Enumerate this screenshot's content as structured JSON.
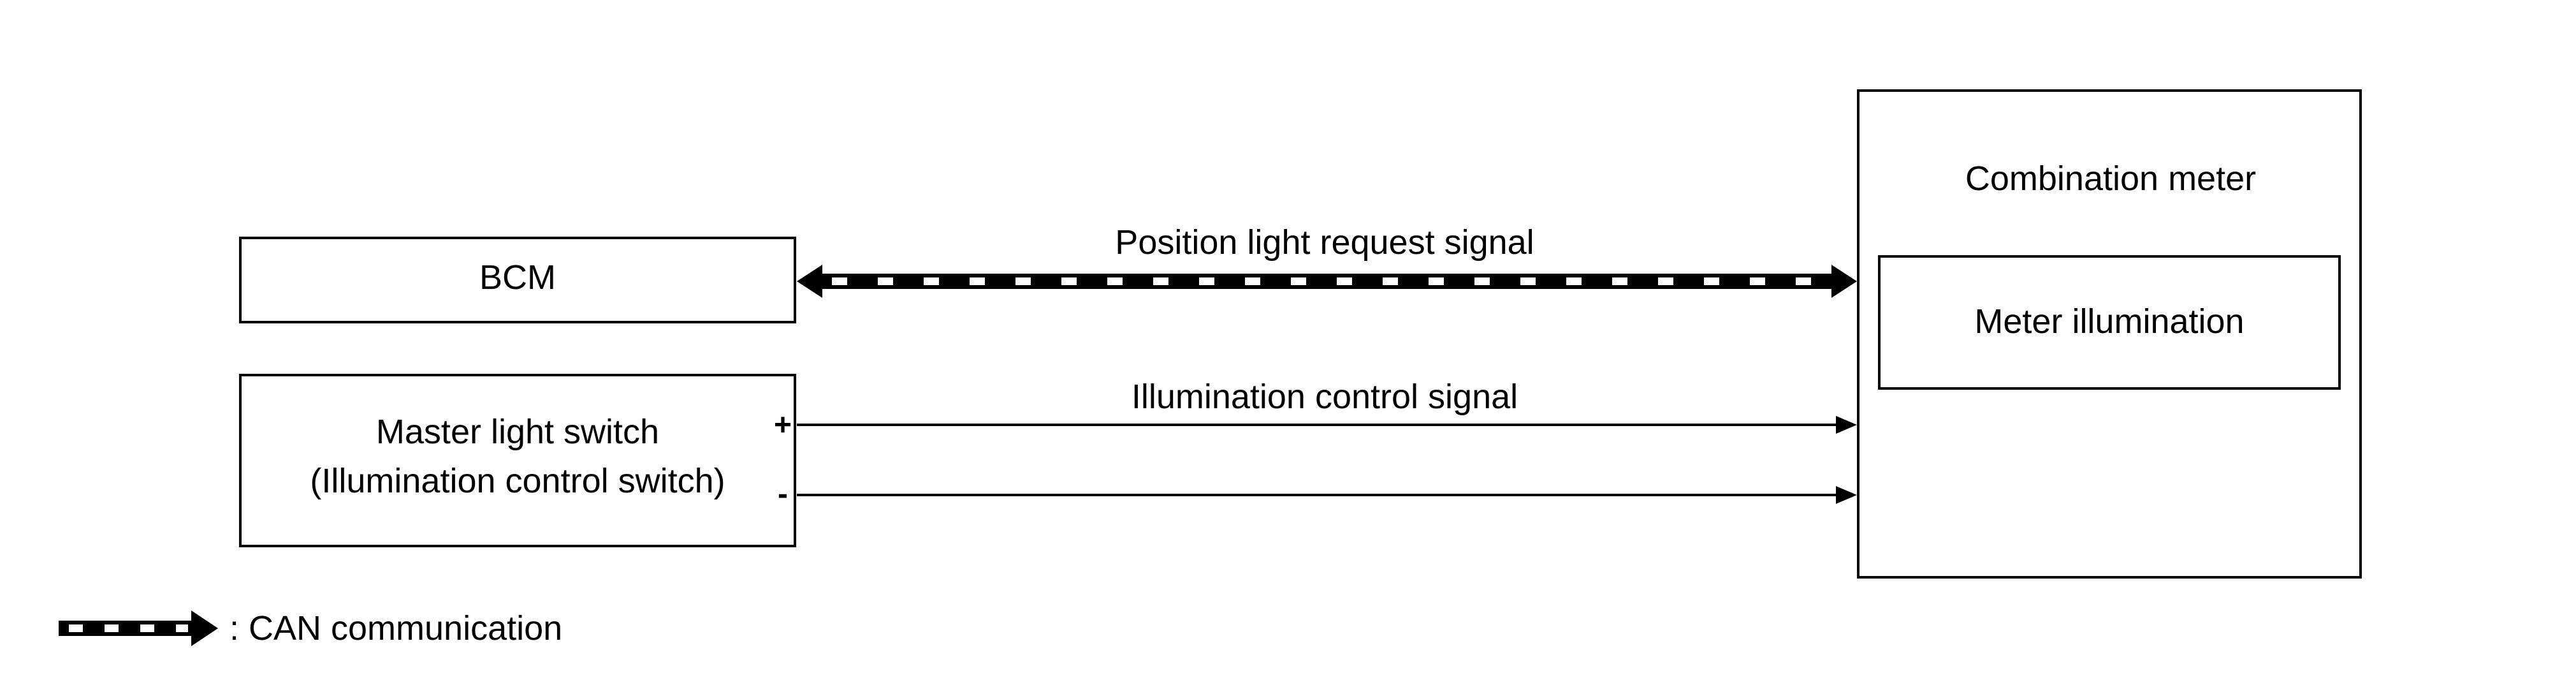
{
  "colors": {
    "background": "#ffffff",
    "line": "#000000",
    "can_dash": "#ffffff"
  },
  "blocks": {
    "bcm": {
      "label": "BCM"
    },
    "master_light_switch": {
      "label_line1": "Master light switch",
      "label_line2": "(Illumination control switch)",
      "plus_terminal": "+",
      "minus_terminal": "-"
    },
    "combination_meter": {
      "label": "Combination meter",
      "meter_illumination": {
        "label": "Meter illumination"
      }
    }
  },
  "signals": {
    "position_light_request": {
      "label": "Position light request signal",
      "type": "CAN",
      "direction": "bidirectional"
    },
    "illumination_control": {
      "label": "Illumination control signal",
      "type": "wire",
      "direction": "to-combination-meter"
    }
  },
  "legend": {
    "can_label": ": CAN communication",
    "icon": "can-communication-arrow-icon"
  }
}
